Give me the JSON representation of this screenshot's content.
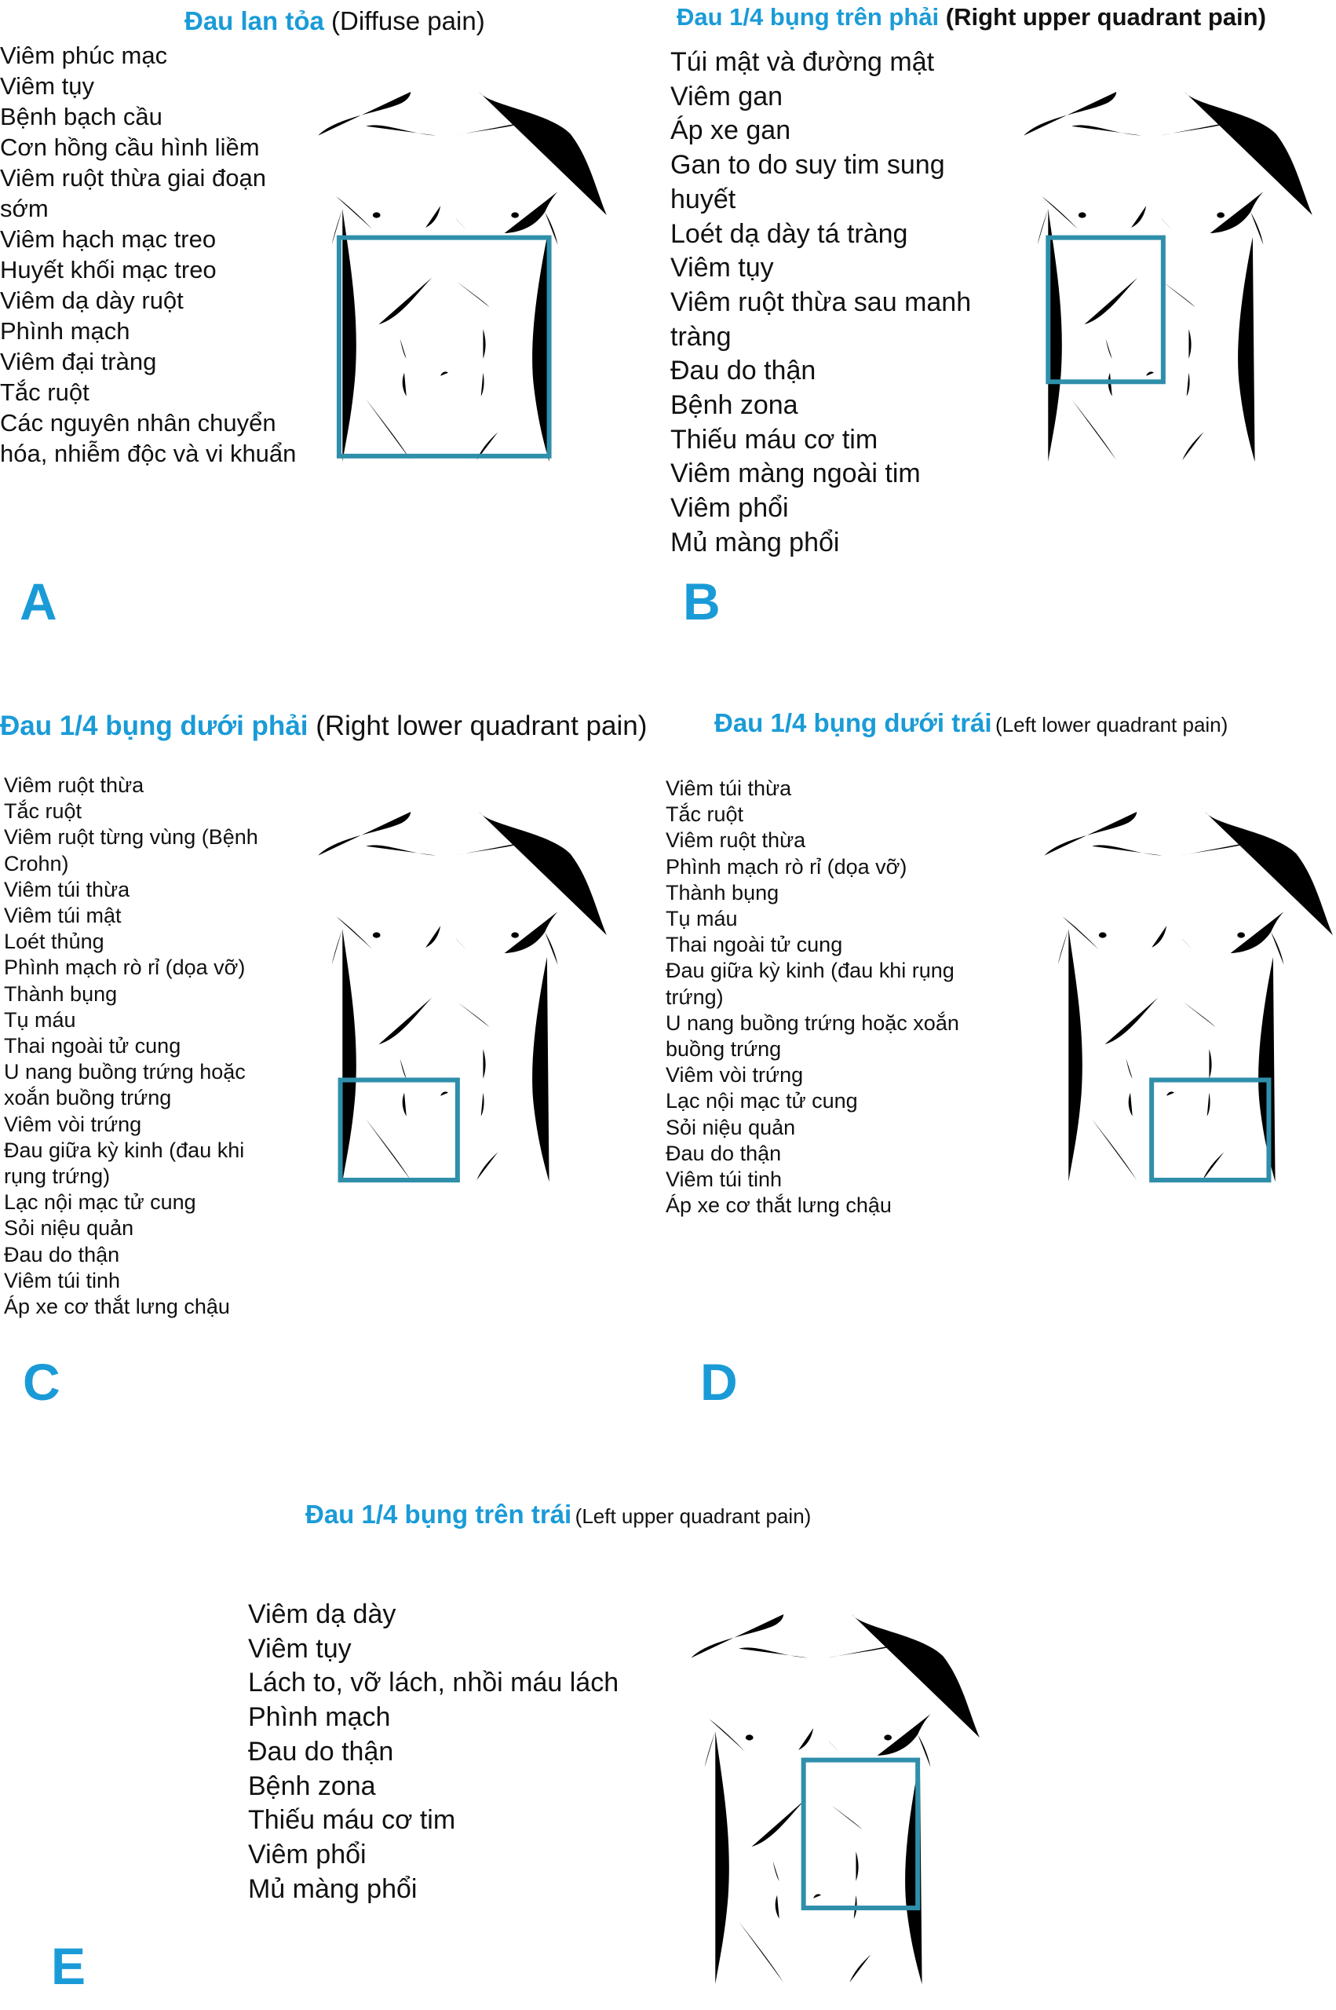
{
  "panels": {
    "A": {
      "letter": "A",
      "title_vi": "Đau lan tỏa",
      "title_en": "(Diffuse pain)",
      "items": [
        "Viêm phúc mạc",
        "Viêm tụy",
        "Bệnh bạch cầu",
        "Cơn hồng cầu hình liềm",
        "Viêm ruột thừa giai đoạn",
        "sớm",
        "Viêm hạch mạc treo",
        "Huyết khối mạc treo",
        "Viêm dạ dày ruột",
        "Phình mạch",
        "Viêm đại tràng",
        "Tắc ruột",
        "Các nguyên nhân chuyển",
        "hóa, nhiễm độc và vi khuẩn"
      ]
    },
    "B": {
      "letter": "B",
      "title_vi": "Đau 1/4 bụng trên phải",
      "title_en": "(Right upper quadrant pain)",
      "items": [
        "Túi mật và đường mật",
        "Viêm gan",
        "Áp xe gan",
        "Gan to do suy tim sung",
        "huyết",
        "Loét dạ dày tá tràng",
        "Viêm tụy",
        "Viêm ruột thừa sau manh",
        "tràng",
        "Đau do thận",
        "Bệnh zona",
        "Thiếu máu cơ tim",
        "Viêm màng ngoài tim",
        "Viêm phổi",
        "Mủ màng phổi"
      ]
    },
    "C": {
      "letter": "C",
      "title_vi": "Đau 1/4 bụng dưới phải",
      "title_en": "(Right lower quadrant pain)",
      "items": [
        "Viêm ruột thừa",
        "Tắc ruột",
        "Viêm ruột từng vùng (Bệnh",
        "Crohn)",
        "Viêm túi thừa",
        "Viêm túi mật",
        "Loét thủng",
        "Phình mạch rò rỉ (dọa vỡ)",
        "Thành bụng",
        "Tụ máu",
        "Thai ngoài tử cung",
        "U nang buồng trứng hoặc",
        "xoắn buồng trứng",
        "Viêm vòi trứng",
        "Đau giữa kỳ kinh (đau khi",
        "rụng trứng)",
        "Lạc nội mạc tử cung",
        "Sỏi niệu quản",
        "Đau do thận",
        "Viêm túi tinh",
        "Áp xe cơ thắt lưng chậu"
      ]
    },
    "D": {
      "letter": "D",
      "title_vi": "Đau 1/4 bụng dưới trái",
      "title_en": "(Left lower quadrant pain)",
      "items": [
        "Viêm túi thừa",
        "Tắc ruột",
        "Viêm ruột thừa",
        "Phình mạch rò rỉ (dọa vỡ)",
        "Thành bụng",
        "Tụ máu",
        "Thai ngoài tử cung",
        "Đau giữa kỳ kinh (đau khi rụng",
        "trứng)",
        "U nang buồng trứng hoặc xoắn",
        "buồng trứng",
        "Viêm vòi trứng",
        "Lạc nội mạc tử cung",
        "Sỏi niệu quản",
        "Đau do thận",
        "Viêm túi tinh",
        "Áp xe cơ thắt lưng chậu"
      ]
    },
    "E": {
      "letter": "E",
      "title_vi": "Đau 1/4 bụng trên trái",
      "title_en": "(Left upper quadrant pain)",
      "items": [
        "Viêm dạ dày",
        "Viêm tụy",
        "Lách to, vỡ lách, nhồi máu lách",
        "Phình mạch",
        "Đau do thận",
        "Bệnh zona",
        "Thiếu máu cơ tim",
        "Viêm phổi",
        "Mủ màng phổi"
      ]
    }
  },
  "colors": {
    "accent": "#1a9bd7",
    "region_box": "#2f8fab"
  }
}
